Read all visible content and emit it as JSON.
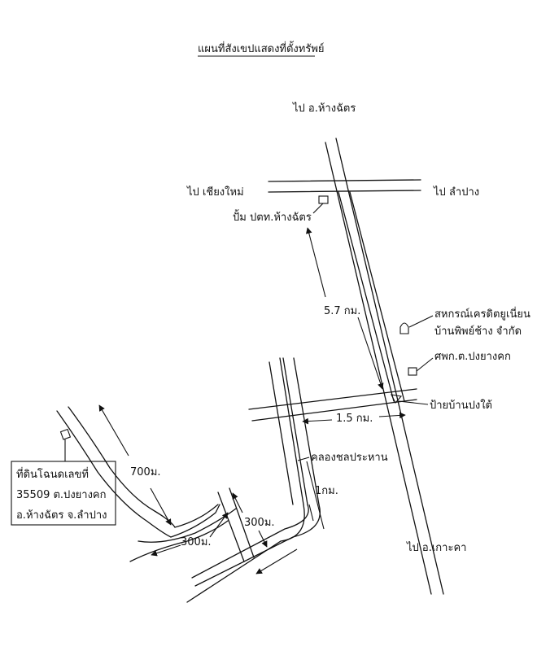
{
  "title": "แผนที่สังเขปแสดงที่ตั้งทรัพย์",
  "directions": {
    "north": "ไป อ.ห้างฉัตร",
    "west": "ไป เชียงใหม่",
    "east": "ไป ลำปาง",
    "south": "ไป อ.เกาะคา"
  },
  "landmarks": {
    "gas_station": "ปั้ม ปตท.ห้างฉัตร",
    "cooperative_line1": "สหกรณ์เครดิตยูเนี่ยน",
    "cooperative_line2": "บ้านพิพย์ช้าง จำกัด",
    "bank": "ศพก.ต.ปงยางคก",
    "bus_stop": "ป้ายบ้านปงใต้",
    "canal": "คลองชลประหาน"
  },
  "distances": {
    "main_road": "5.7 กม.",
    "cross_road": "1.5 กม.",
    "south_road": "1กม.",
    "river_path": "700ม.",
    "river_bottom": "300ม.",
    "lane": "300ม."
  },
  "property": {
    "line1": "ที่ดินโฉนดเลขที่",
    "line2": "35509 ต.ปงยางคก",
    "line3": "อ.ห้างฉัตร จ.ลำปาง"
  }
}
